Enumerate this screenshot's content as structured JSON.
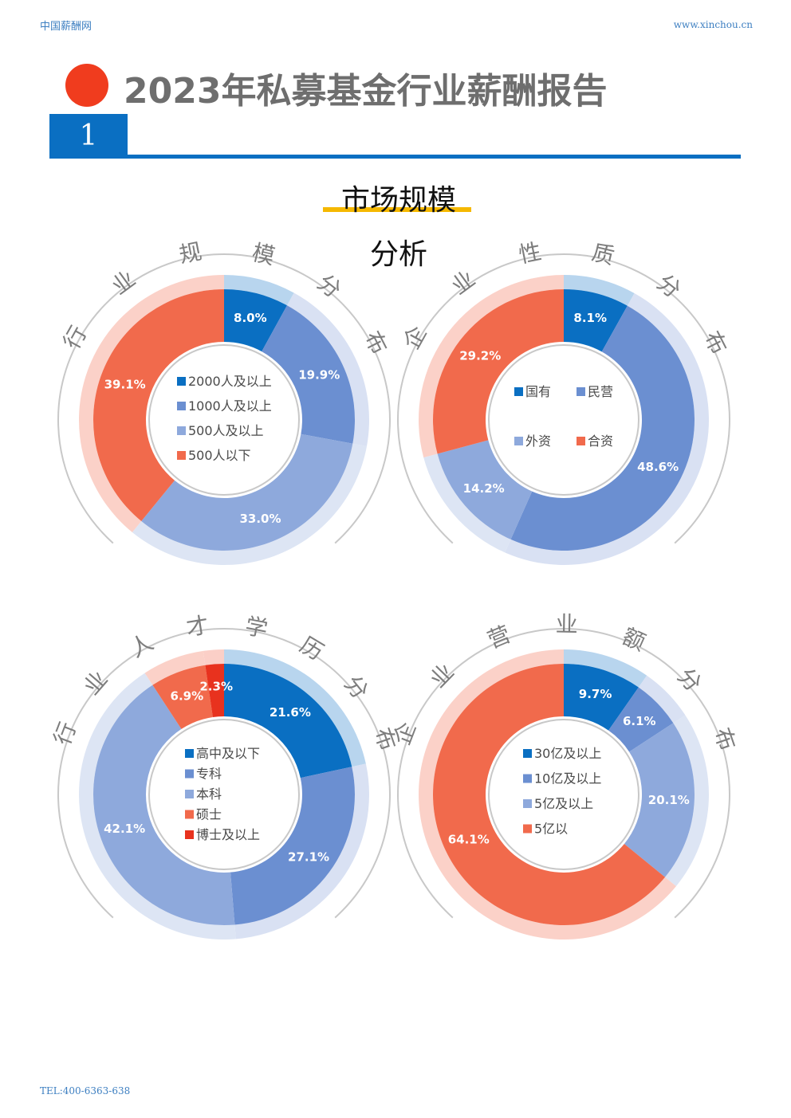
{
  "header": {
    "left_text": "中国薪酬网",
    "right_text": "www.xinchou.cn"
  },
  "title": "2023年私募基金行业薪酬报告",
  "chapter_number": "1",
  "section_title_line1": "市场规模",
  "section_title_line2": "分析",
  "footer": "TEL:400-6363-638",
  "colors": {
    "accent_blue": "#0a6fc2",
    "accent_red": "#f03c1e",
    "highlight_yellow": "#f5b800"
  },
  "chart_data": [
    {
      "type": "pie",
      "title": "行业规模分布",
      "categories": [
        "2000人及以上",
        "1000人及以上",
        "500人及以上",
        "500人以下"
      ],
      "values": [
        8.0,
        19.9,
        33.0,
        39.1
      ],
      "labels": [
        "8.0%",
        "19.9%",
        "33.0%",
        "39.1%"
      ],
      "colors": [
        "#0a6fc2",
        "#6b8fd1",
        "#8ea9dc",
        "#f16a4c"
      ],
      "legend_position": "center",
      "legend_columns": 1
    },
    {
      "type": "pie",
      "title": "企业性质分布",
      "categories": [
        "国有",
        "民营",
        "外资",
        "合资"
      ],
      "values": [
        8.1,
        48.6,
        14.2,
        29.2
      ],
      "labels": [
        "8.1%",
        "48.6%",
        "14.2%",
        "29.2%"
      ],
      "colors": [
        "#0a6fc2",
        "#6b8fd1",
        "#8ea9dc",
        "#f16a4c"
      ],
      "legend_position": "center",
      "legend_columns": 2
    },
    {
      "type": "pie",
      "title": "行业人才学历分布",
      "categories": [
        "高中及以下",
        "专科",
        "本科",
        "硕士",
        "博士及以上"
      ],
      "values": [
        21.6,
        27.1,
        42.1,
        6.9,
        2.3
      ],
      "labels": [
        "21.6%",
        "27.1%",
        "42.1%",
        "6.9%",
        "2.3%"
      ],
      "colors": [
        "#0a6fc2",
        "#6b8fd1",
        "#8ea9dc",
        "#f16a4c",
        "#e8321e"
      ],
      "legend_position": "center",
      "legend_columns": 1
    },
    {
      "type": "pie",
      "title": "企业营业额分布",
      "categories": [
        "30亿及以上",
        "10亿及以上",
        "5亿及以上",
        "5亿以"
      ],
      "values": [
        9.7,
        6.1,
        20.1,
        64.1
      ],
      "labels": [
        "9.7%",
        "6.1%",
        "20.1%",
        "64.1%"
      ],
      "colors": [
        "#0a6fc2",
        "#6b8fd1",
        "#8ea9dc",
        "#f16a4c"
      ],
      "legend_position": "center",
      "legend_columns": 1
    }
  ]
}
